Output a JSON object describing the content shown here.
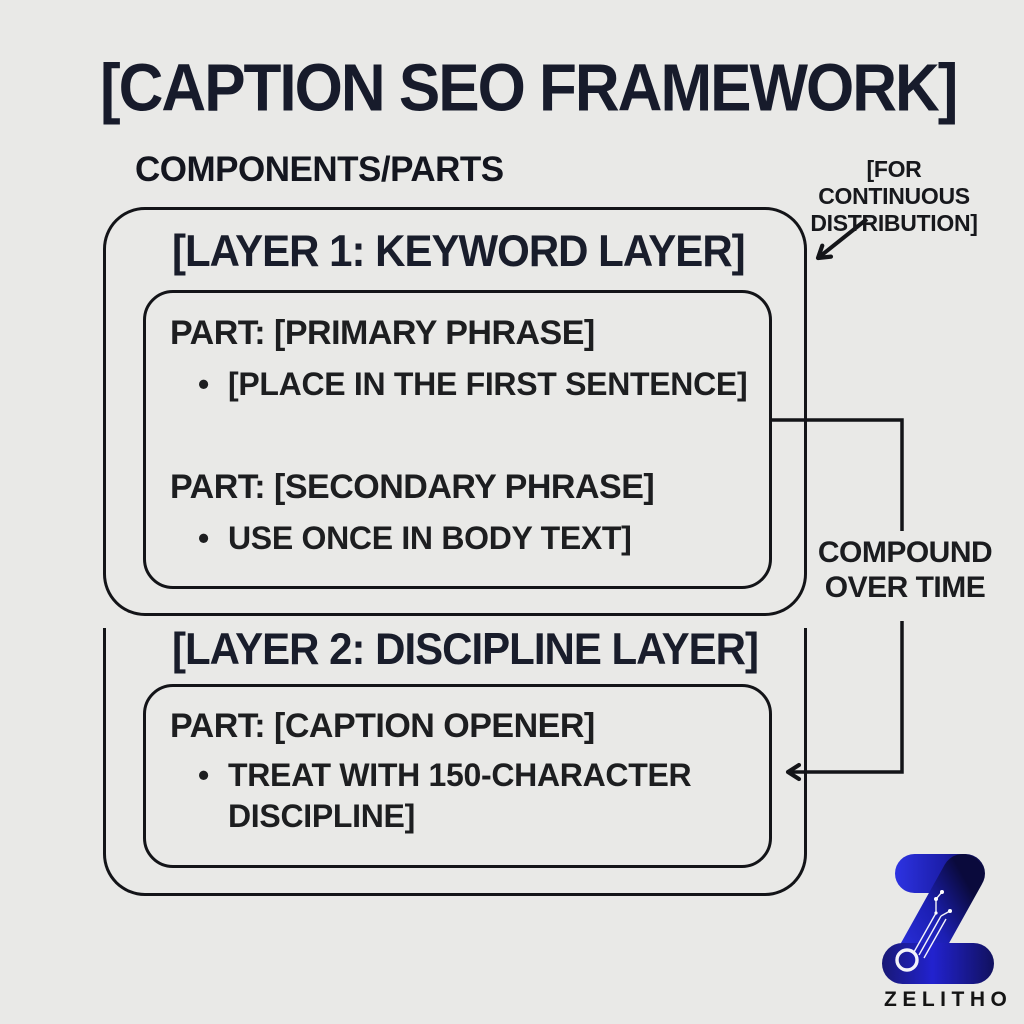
{
  "title": "[CAPTION SEO FRAMEWORK]",
  "subtitle": "COMPONENTS/PARTS",
  "annotations": {
    "top_right": "[FOR CONTINUOUS DISTRIBUTION]",
    "side_right": "COMPOUND OVER TIME"
  },
  "layers": [
    {
      "heading": "[LAYER 1: KEYWORD LAYER]",
      "parts": [
        {
          "label": "PART: [PRIMARY PHRASE]",
          "bullet": "[PLACE IN THE FIRST SENTENCE]"
        },
        {
          "label": "PART: [SECONDARY PHRASE]",
          "bullet": "USE ONCE IN BODY TEXT]"
        }
      ]
    },
    {
      "heading": "[LAYER 2: DISCIPLINE LAYER]",
      "parts": [
        {
          "label": "PART: [CAPTION OPENER]",
          "bullet": "TREAT WITH 150-CHARACTER DISCIPLINE]"
        }
      ]
    }
  ],
  "glyphs": {
    "bullet": "•"
  },
  "brand": {
    "name": "ZELITHO",
    "logo_icon": "zelitho-z-logo"
  },
  "colors": {
    "background": "#e9e9e7",
    "line": "#131418",
    "title_navy": "#171b2b",
    "body_text": "#1d1e20",
    "logo_blue_bright": "#2a30e0",
    "logo_blue_dark": "#0b0b3f"
  }
}
